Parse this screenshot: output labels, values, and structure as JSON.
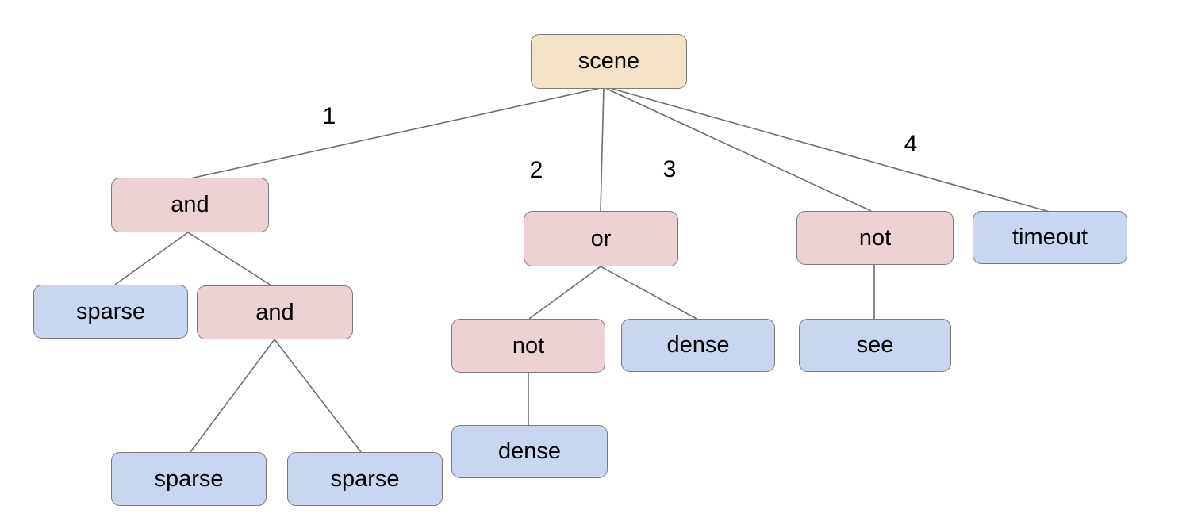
{
  "diagram": {
    "type": "tree",
    "background": "#ffffff",
    "colors": {
      "root_fill": "#f3e2c6",
      "operator_fill": "#ecd2d2",
      "leaf_fill": "#c9d6f0",
      "node_border": "#7a7a7a",
      "edge_stroke": "#6e6e6e",
      "text": "#000000"
    },
    "nodes": [
      {
        "id": "scene",
        "label": "scene",
        "type": "root",
        "parent": null
      },
      {
        "id": "and-1",
        "label": "and",
        "type": "operator",
        "parent": "scene"
      },
      {
        "id": "or-1",
        "label": "or",
        "type": "operator",
        "parent": "scene"
      },
      {
        "id": "not-2",
        "label": "not",
        "type": "operator",
        "parent": "scene"
      },
      {
        "id": "timeout",
        "label": "timeout",
        "type": "leaf",
        "parent": "scene"
      },
      {
        "id": "sparse-1",
        "label": "sparse",
        "type": "leaf",
        "parent": "and-1"
      },
      {
        "id": "and-2",
        "label": "and",
        "type": "operator",
        "parent": "and-1"
      },
      {
        "id": "not-1",
        "label": "not",
        "type": "operator",
        "parent": "or-1"
      },
      {
        "id": "dense-1",
        "label": "dense",
        "type": "leaf",
        "parent": "or-1"
      },
      {
        "id": "see",
        "label": "see",
        "type": "leaf",
        "parent": "not-2"
      },
      {
        "id": "sparse-2",
        "label": "sparse",
        "type": "leaf",
        "parent": "and-2"
      },
      {
        "id": "sparse-3",
        "label": "sparse",
        "type": "leaf",
        "parent": "and-2"
      },
      {
        "id": "dense-2",
        "label": "dense",
        "type": "leaf",
        "parent": "not-1"
      }
    ],
    "edges": [
      {
        "from": "scene",
        "to": "and-1",
        "label": "1"
      },
      {
        "from": "scene",
        "to": "or-1",
        "label": "2"
      },
      {
        "from": "scene",
        "to": "not-2",
        "label": "3"
      },
      {
        "from": "scene",
        "to": "timeout",
        "label": "4"
      },
      {
        "from": "and-1",
        "to": "sparse-1",
        "label": ""
      },
      {
        "from": "and-1",
        "to": "and-2",
        "label": ""
      },
      {
        "from": "and-2",
        "to": "sparse-2",
        "label": ""
      },
      {
        "from": "and-2",
        "to": "sparse-3",
        "label": ""
      },
      {
        "from": "or-1",
        "to": "not-1",
        "label": ""
      },
      {
        "from": "or-1",
        "to": "dense-1",
        "label": ""
      },
      {
        "from": "not-1",
        "to": "dense-2",
        "label": ""
      },
      {
        "from": "not-2",
        "to": "see",
        "label": ""
      }
    ]
  }
}
